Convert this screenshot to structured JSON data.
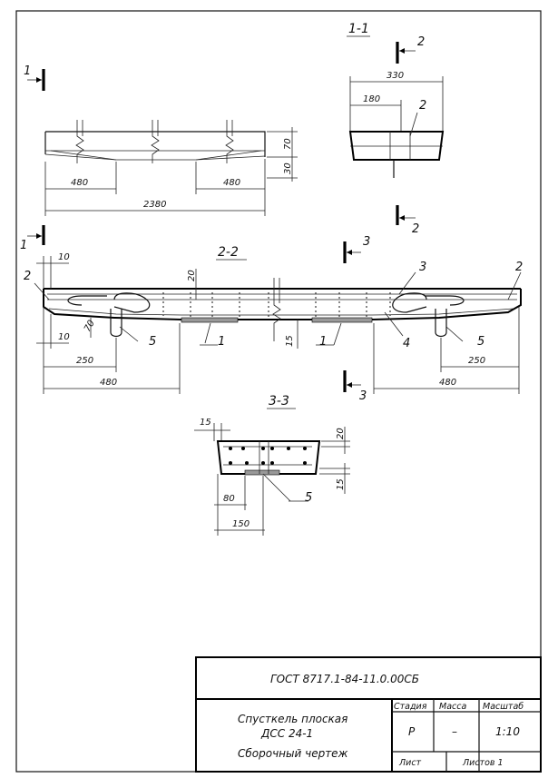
{
  "view_top": {
    "section_mark": "1",
    "dims": {
      "left_480": "480",
      "right_480": "480",
      "total": "2380",
      "h70": "70",
      "h30": "30"
    }
  },
  "section_1_1": {
    "title": "1-1",
    "cut_mark": "2",
    "dims": {
      "width": "330",
      "inner": "180"
    },
    "callout": "2"
  },
  "section_2_2": {
    "title": "2-2",
    "cut_mark": "3",
    "dims": {
      "t10_top": "10",
      "t10_bot": "10",
      "h70": "70",
      "d20": "20",
      "d15": "15",
      "l250": "250",
      "l480": "480",
      "r250": "250",
      "r480": "480"
    },
    "callouts": {
      "c1a": "1",
      "c1b": "1",
      "c2l": "2",
      "c2r": "2",
      "c3": "3",
      "c4": "4",
      "c5l": "5",
      "c5r": "5"
    }
  },
  "section_3_3": {
    "title": "3-3",
    "dims": {
      "d15": "15",
      "d20": "20",
      "d15b": "15",
      "d80": "80",
      "d150": "150"
    },
    "callout": "5"
  },
  "title_block": {
    "code": "ГОСТ 8717.1-84-11.0.00СБ",
    "name_line1": "Спусткель плоская",
    "name_line2": "ДСС 24-1",
    "name_line3": "Сборочный чертеж",
    "col_stage": "Стадия",
    "col_mass": "Масса",
    "col_scale": "Масштаб",
    "val_stage": "Р",
    "val_mass": "–",
    "val_scale": "1:10",
    "sheet": "Лист",
    "sheets": "Листов 1"
  }
}
